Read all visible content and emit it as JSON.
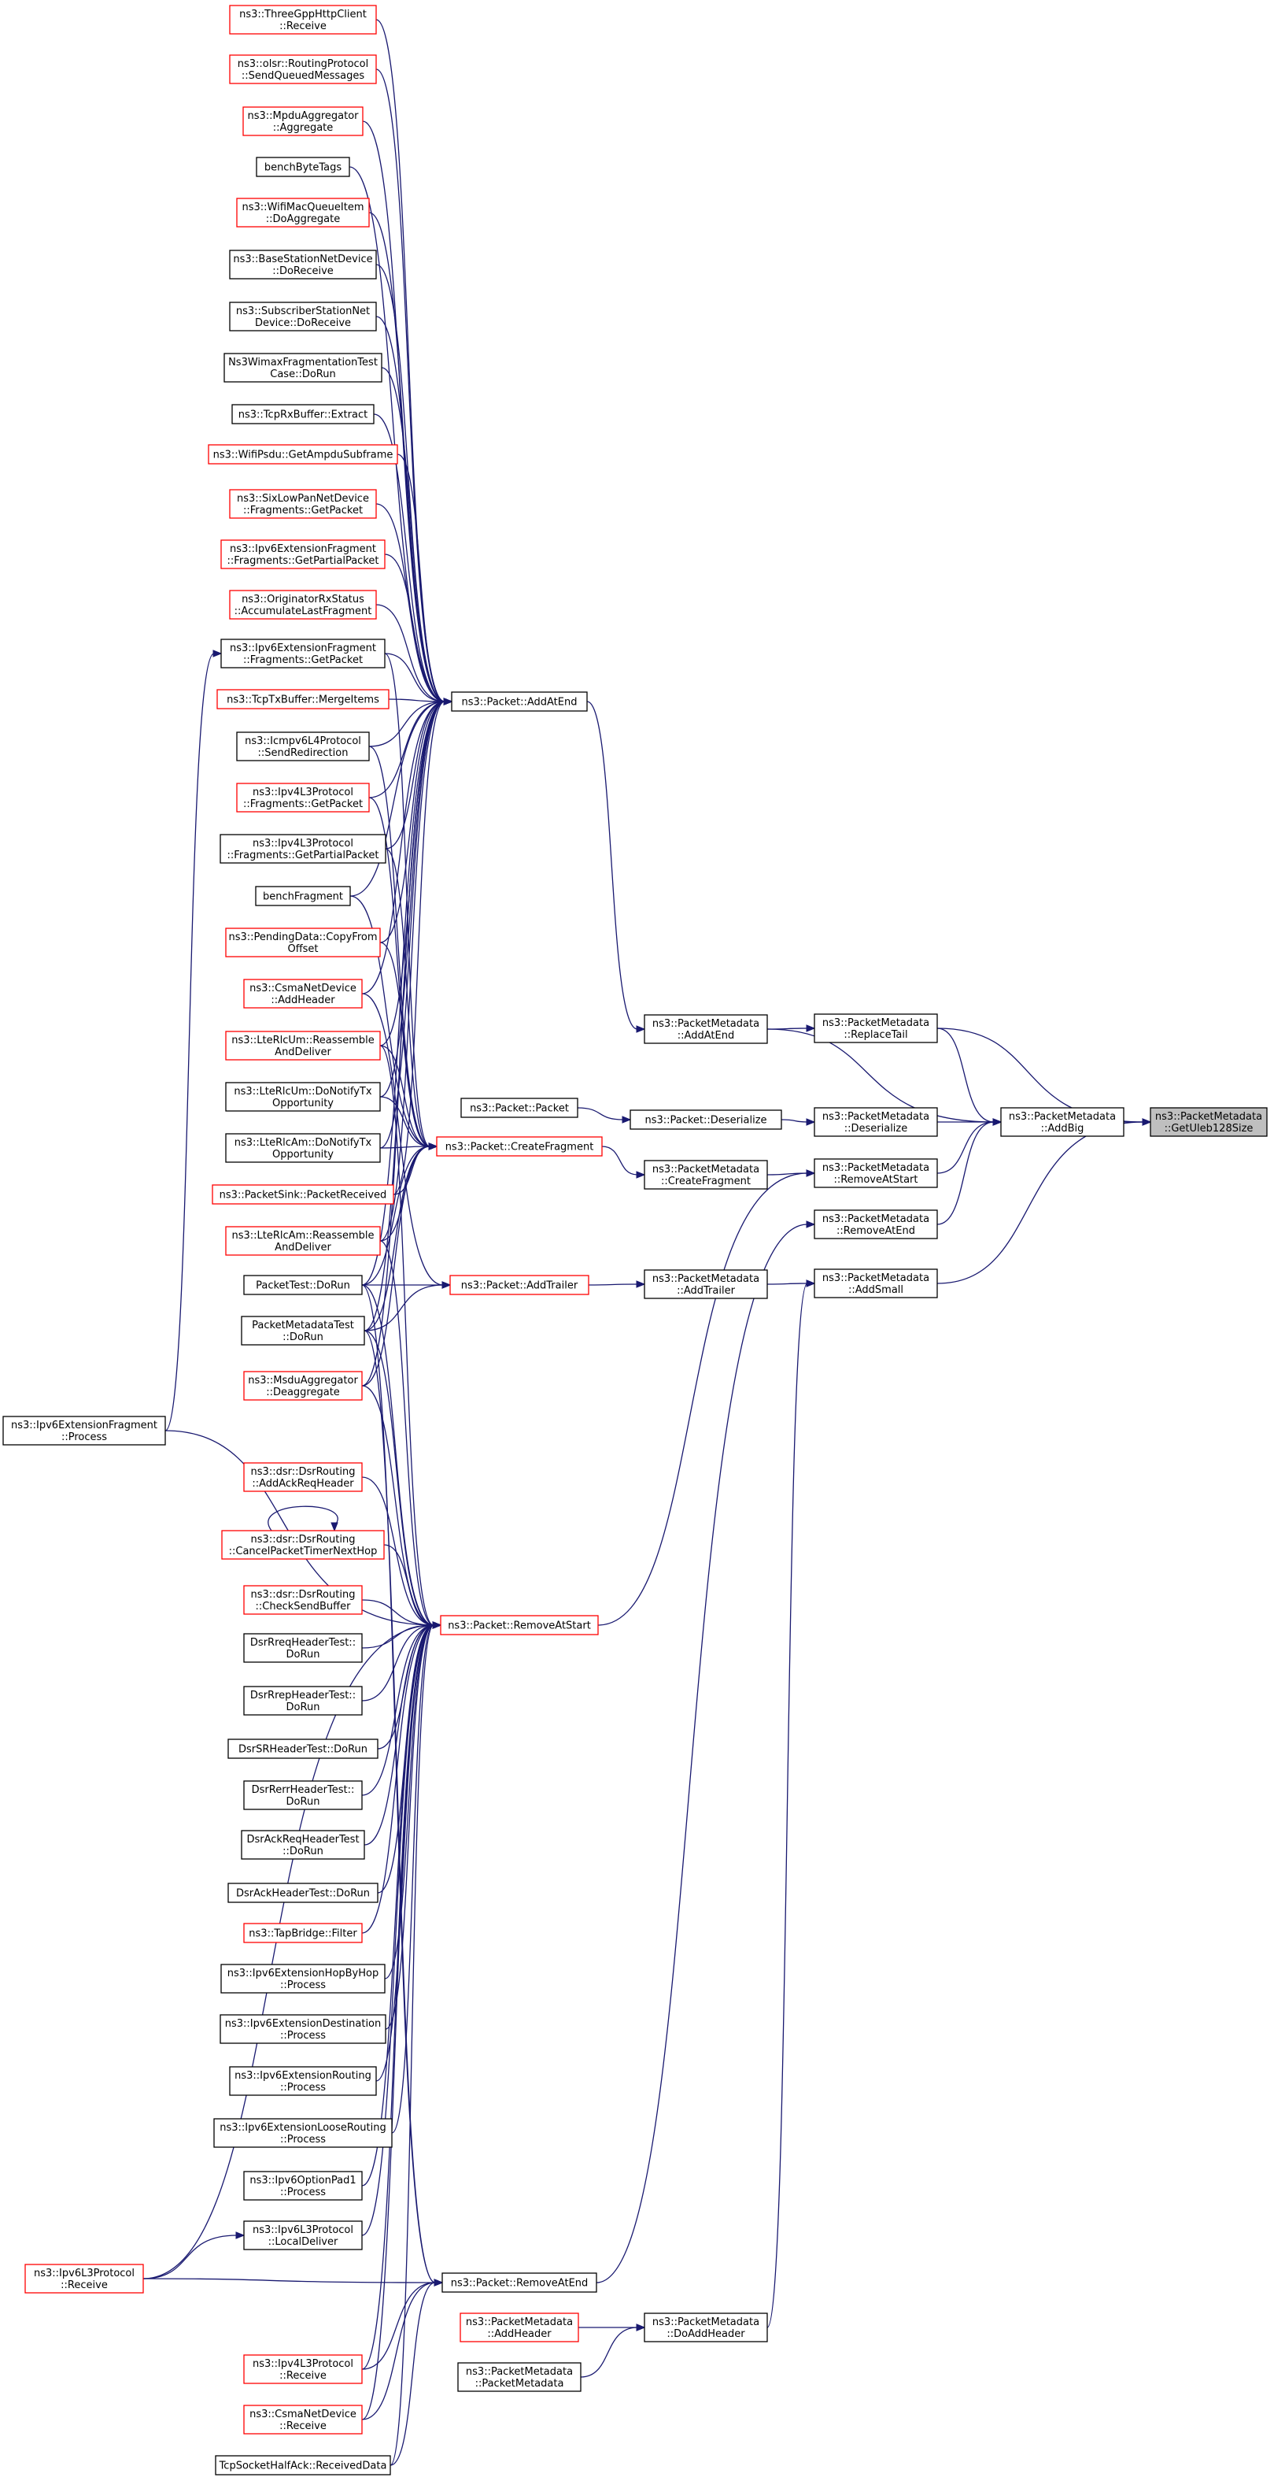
{
  "graph": {
    "colors": {
      "edge": "#191970",
      "black_border": "#000000",
      "red_border": "#ff0000",
      "focus_fill": "#bfbfbf"
    },
    "nodes": [
      {
        "id": "n1",
        "lines": [
          "ns3::ThreeGppHttpClient",
          "::Receive"
        ],
        "border": "red"
      },
      {
        "id": "n2",
        "lines": [
          "ns3::olsr::RoutingProtocol",
          "::SendQueuedMessages"
        ],
        "border": "red"
      },
      {
        "id": "n3",
        "lines": [
          "ns3::MpduAggregator",
          "::Aggregate"
        ],
        "border": "red"
      },
      {
        "id": "n4",
        "lines": [
          "benchByteTags"
        ],
        "border": "black"
      },
      {
        "id": "n5",
        "lines": [
          "ns3::WifiMacQueueItem",
          "::DoAggregate"
        ],
        "border": "red"
      },
      {
        "id": "n6",
        "lines": [
          "ns3::BaseStationNetDevice",
          "::DoReceive"
        ],
        "border": "black"
      },
      {
        "id": "n7",
        "lines": [
          "ns3::SubscriberStationNet",
          "Device::DoReceive"
        ],
        "border": "black"
      },
      {
        "id": "n8",
        "lines": [
          "Ns3WimaxFragmentationTest",
          "Case::DoRun"
        ],
        "border": "black"
      },
      {
        "id": "n9",
        "lines": [
          "ns3::TcpRxBuffer::Extract"
        ],
        "border": "black"
      },
      {
        "id": "n10",
        "lines": [
          "ns3::WifiPsdu::GetAmpduSubframe"
        ],
        "border": "red"
      },
      {
        "id": "n11",
        "lines": [
          "ns3::SixLowPanNetDevice",
          "::Fragments::GetPacket"
        ],
        "border": "red"
      },
      {
        "id": "n12",
        "lines": [
          "ns3::Ipv6ExtensionFragment",
          "::Fragments::GetPartialPacket"
        ],
        "border": "red"
      },
      {
        "id": "n13",
        "lines": [
          "ns3::OriginatorRxStatus",
          "::AccumulateLastFragment"
        ],
        "border": "red"
      },
      {
        "id": "n14",
        "lines": [
          "ns3::Ipv6ExtensionFragment",
          "::Fragments::GetPacket"
        ],
        "border": "black"
      },
      {
        "id": "n15",
        "lines": [
          "ns3::TcpTxBuffer::MergeItems"
        ],
        "border": "red"
      },
      {
        "id": "n16",
        "lines": [
          "ns3::Icmpv6L4Protocol",
          "::SendRedirection"
        ],
        "border": "black"
      },
      {
        "id": "n17",
        "lines": [
          "ns3::Ipv4L3Protocol",
          "::Fragments::GetPacket"
        ],
        "border": "red"
      },
      {
        "id": "n18",
        "lines": [
          "ns3::Ipv4L3Protocol",
          "::Fragments::GetPartialPacket"
        ],
        "border": "black"
      },
      {
        "id": "n19",
        "lines": [
          "benchFragment"
        ],
        "border": "black"
      },
      {
        "id": "n20",
        "lines": [
          "ns3::PendingData::CopyFrom",
          "Offset"
        ],
        "border": "red"
      },
      {
        "id": "n21",
        "lines": [
          "ns3::CsmaNetDevice",
          "::AddHeader"
        ],
        "border": "red"
      },
      {
        "id": "n22",
        "lines": [
          "ns3::LteRlcUm::Reassemble",
          "AndDeliver"
        ],
        "border": "red"
      },
      {
        "id": "n23",
        "lines": [
          "ns3::LteRlcUm::DoNotifyTx",
          "Opportunity"
        ],
        "border": "black"
      },
      {
        "id": "n24",
        "lines": [
          "ns3::LteRlcAm::DoNotifyTx",
          "Opportunity"
        ],
        "border": "black"
      },
      {
        "id": "n25",
        "lines": [
          "ns3::PacketSink::PacketReceived"
        ],
        "border": "red"
      },
      {
        "id": "n26",
        "lines": [
          "ns3::LteRlcAm::Reassemble",
          "AndDeliver"
        ],
        "border": "red"
      },
      {
        "id": "n27",
        "lines": [
          "PacketTest::DoRun"
        ],
        "border": "black"
      },
      {
        "id": "n28",
        "lines": [
          "PacketMetadataTest",
          "::DoRun"
        ],
        "border": "black"
      },
      {
        "id": "n29",
        "lines": [
          "ns3::MsduAggregator",
          "::Deaggregate"
        ],
        "border": "red"
      },
      {
        "id": "n30",
        "lines": [
          "ns3::Ipv6ExtensionFragment",
          "::Process"
        ],
        "border": "black"
      },
      {
        "id": "n31",
        "lines": [
          "ns3::dsr::DsrRouting",
          "::AddAckReqHeader"
        ],
        "border": "red"
      },
      {
        "id": "n32",
        "lines": [
          "ns3::dsr::DsrRouting",
          "::CancelPacketTimerNextHop"
        ],
        "border": "red"
      },
      {
        "id": "n33",
        "lines": [
          "ns3::dsr::DsrRouting",
          "::CheckSendBuffer"
        ],
        "border": "red"
      },
      {
        "id": "n34",
        "lines": [
          "DsrRreqHeaderTest::",
          "DoRun"
        ],
        "border": "black"
      },
      {
        "id": "n35",
        "lines": [
          "DsrRrepHeaderTest::",
          "DoRun"
        ],
        "border": "black"
      },
      {
        "id": "n36",
        "lines": [
          "DsrSRHeaderTest::DoRun"
        ],
        "border": "black"
      },
      {
        "id": "n37",
        "lines": [
          "DsrRerrHeaderTest::",
          "DoRun"
        ],
        "border": "black"
      },
      {
        "id": "n38",
        "lines": [
          "DsrAckReqHeaderTest",
          "::DoRun"
        ],
        "border": "black"
      },
      {
        "id": "n39",
        "lines": [
          "DsrAckHeaderTest::DoRun"
        ],
        "border": "black"
      },
      {
        "id": "n40",
        "lines": [
          "ns3::TapBridge::Filter"
        ],
        "border": "red"
      },
      {
        "id": "n41",
        "lines": [
          "ns3::Ipv6ExtensionHopByHop",
          "::Process"
        ],
        "border": "black"
      },
      {
        "id": "n42",
        "lines": [
          "ns3::Ipv6ExtensionDestination",
          "::Process"
        ],
        "border": "black"
      },
      {
        "id": "n43",
        "lines": [
          "ns3::Ipv6ExtensionRouting",
          "::Process"
        ],
        "border": "black"
      },
      {
        "id": "n44",
        "lines": [
          "ns3::Ipv6ExtensionLooseRouting",
          "::Process"
        ],
        "border": "black"
      },
      {
        "id": "n45",
        "lines": [
          "ns3::Ipv6OptionPad1",
          "::Process"
        ],
        "border": "black"
      },
      {
        "id": "n46",
        "lines": [
          "ns3::Ipv6L3Protocol",
          "::LocalDeliver"
        ],
        "border": "black"
      },
      {
        "id": "n47",
        "lines": [
          "ns3::Ipv6L3Protocol",
          "::Receive"
        ],
        "border": "red"
      },
      {
        "id": "n48",
        "lines": [
          "ns3::Ipv4L3Protocol",
          "::Receive"
        ],
        "border": "red"
      },
      {
        "id": "n49",
        "lines": [
          "ns3::CsmaNetDevice",
          "::Receive"
        ],
        "border": "red"
      },
      {
        "id": "n50",
        "lines": [
          "TcpSocketHalfAck::ReceivedData"
        ],
        "border": "black"
      },
      {
        "id": "n51",
        "lines": [
          "ns3::Packet::AddAtEnd"
        ],
        "border": "black"
      },
      {
        "id": "n52",
        "lines": [
          "ns3::Packet::Packet"
        ],
        "border": "black"
      },
      {
        "id": "n53",
        "lines": [
          "ns3::Packet::CreateFragment"
        ],
        "border": "red"
      },
      {
        "id": "n54",
        "lines": [
          "ns3::Packet::AddTrailer"
        ],
        "border": "red"
      },
      {
        "id": "n55",
        "lines": [
          "ns3::Packet::RemoveAtStart"
        ],
        "border": "red"
      },
      {
        "id": "n56",
        "lines": [
          "ns3::Packet::RemoveAtEnd"
        ],
        "border": "black"
      },
      {
        "id": "n57",
        "lines": [
          "ns3::PacketMetadata",
          "::AddHeader"
        ],
        "border": "red"
      },
      {
        "id": "n58",
        "lines": [
          "ns3::PacketMetadata",
          "::PacketMetadata"
        ],
        "border": "black"
      },
      {
        "id": "n59",
        "lines": [
          "ns3::PacketMetadata",
          "::AddAtEnd"
        ],
        "border": "black"
      },
      {
        "id": "n60",
        "lines": [
          "ns3::Packet::Deserialize"
        ],
        "border": "black"
      },
      {
        "id": "n61",
        "lines": [
          "ns3::PacketMetadata",
          "::CreateFragment"
        ],
        "border": "black"
      },
      {
        "id": "n62",
        "lines": [
          "ns3::PacketMetadata",
          "::AddTrailer"
        ],
        "border": "black"
      },
      {
        "id": "n63",
        "lines": [
          "ns3::PacketMetadata",
          "::DoAddHeader"
        ],
        "border": "black"
      },
      {
        "id": "n64",
        "lines": [
          "ns3::PacketMetadata",
          "::ReplaceTail"
        ],
        "border": "black"
      },
      {
        "id": "n65",
        "lines": [
          "ns3::PacketMetadata",
          "::Deserialize"
        ],
        "border": "black"
      },
      {
        "id": "n66",
        "lines": [
          "ns3::PacketMetadata",
          "::RemoveAtStart"
        ],
        "border": "black"
      },
      {
        "id": "n67",
        "lines": [
          "ns3::PacketMetadata",
          "::RemoveAtEnd"
        ],
        "border": "black"
      },
      {
        "id": "n68",
        "lines": [
          "ns3::PacketMetadata",
          "::AddSmall"
        ],
        "border": "black"
      },
      {
        "id": "n69",
        "lines": [
          "ns3::PacketMetadata",
          "::AddBig"
        ],
        "border": "black"
      },
      {
        "id": "n70",
        "lines": [
          "ns3::PacketMetadata",
          "::GetUleb128Size"
        ],
        "border": "focus"
      }
    ],
    "edges": [
      [
        "n1",
        "n51"
      ],
      [
        "n2",
        "n51"
      ],
      [
        "n3",
        "n51"
      ],
      [
        "n4",
        "n51"
      ],
      [
        "n5",
        "n51"
      ],
      [
        "n6",
        "n51"
      ],
      [
        "n7",
        "n51"
      ],
      [
        "n8",
        "n51"
      ],
      [
        "n9",
        "n51"
      ],
      [
        "n10",
        "n51"
      ],
      [
        "n11",
        "n51"
      ],
      [
        "n12",
        "n51"
      ],
      [
        "n13",
        "n51"
      ],
      [
        "n14",
        "n51"
      ],
      [
        "n15",
        "n51"
      ],
      [
        "n16",
        "n51"
      ],
      [
        "n17",
        "n51"
      ],
      [
        "n18",
        "n51"
      ],
      [
        "n19",
        "n51"
      ],
      [
        "n20",
        "n51"
      ],
      [
        "n21",
        "n51"
      ],
      [
        "n22",
        "n51"
      ],
      [
        "n23",
        "n51"
      ],
      [
        "n24",
        "n51"
      ],
      [
        "n25",
        "n51"
      ],
      [
        "n26",
        "n51"
      ],
      [
        "n27",
        "n51"
      ],
      [
        "n28",
        "n51"
      ],
      [
        "n29",
        "n51"
      ],
      [
        "n30",
        "n14"
      ],
      [
        "n47",
        "n46"
      ],
      [
        "n14",
        "n53"
      ],
      [
        "n16",
        "n53"
      ],
      [
        "n17",
        "n53"
      ],
      [
        "n18",
        "n53"
      ],
      [
        "n19",
        "n53"
      ],
      [
        "n20",
        "n53"
      ],
      [
        "n22",
        "n53"
      ],
      [
        "n23",
        "n53"
      ],
      [
        "n24",
        "n53"
      ],
      [
        "n25",
        "n53"
      ],
      [
        "n26",
        "n53"
      ],
      [
        "n27",
        "n53"
      ],
      [
        "n28",
        "n53"
      ],
      [
        "n29",
        "n53"
      ],
      [
        "n21",
        "n54"
      ],
      [
        "n27",
        "n54"
      ],
      [
        "n28",
        "n54"
      ],
      [
        "n22",
        "n55"
      ],
      [
        "n26",
        "n55"
      ],
      [
        "n27",
        "n55"
      ],
      [
        "n28",
        "n55"
      ],
      [
        "n29",
        "n55"
      ],
      [
        "n30",
        "n55"
      ],
      [
        "n31",
        "n55"
      ],
      [
        "n32",
        "n55"
      ],
      [
        "n33",
        "n55"
      ],
      [
        "n34",
        "n55"
      ],
      [
        "n35",
        "n55"
      ],
      [
        "n36",
        "n55"
      ],
      [
        "n37",
        "n55"
      ],
      [
        "n38",
        "n55"
      ],
      [
        "n39",
        "n55"
      ],
      [
        "n40",
        "n55"
      ],
      [
        "n41",
        "n55"
      ],
      [
        "n42",
        "n55"
      ],
      [
        "n43",
        "n55"
      ],
      [
        "n44",
        "n55"
      ],
      [
        "n45",
        "n55"
      ],
      [
        "n46",
        "n55"
      ],
      [
        "n47",
        "n55"
      ],
      [
        "n48",
        "n55"
      ],
      [
        "n49",
        "n55"
      ],
      [
        "n50",
        "n55"
      ],
      [
        "n32",
        "n32"
      ],
      [
        "n27",
        "n56"
      ],
      [
        "n28",
        "n56"
      ],
      [
        "n47",
        "n56"
      ],
      [
        "n48",
        "n56"
      ],
      [
        "n49",
        "n56"
      ],
      [
        "n50",
        "n56"
      ],
      [
        "n51",
        "n59"
      ],
      [
        "n52",
        "n60"
      ],
      [
        "n53",
        "n61"
      ],
      [
        "n54",
        "n62"
      ],
      [
        "n57",
        "n63"
      ],
      [
        "n58",
        "n63"
      ],
      [
        "n55",
        "n66"
      ],
      [
        "n56",
        "n67"
      ],
      [
        "n59",
        "n64"
      ],
      [
        "n60",
        "n65"
      ],
      [
        "n61",
        "n66"
      ],
      [
        "n62",
        "n68"
      ],
      [
        "n63",
        "n68"
      ],
      [
        "n59",
        "n69"
      ],
      [
        "n64",
        "n69"
      ],
      [
        "n65",
        "n69"
      ],
      [
        "n66",
        "n69"
      ],
      [
        "n67",
        "n69"
      ],
      [
        "n69",
        "n70"
      ],
      [
        "n64",
        "n70"
      ],
      [
        "n68",
        "n70"
      ]
    ]
  }
}
